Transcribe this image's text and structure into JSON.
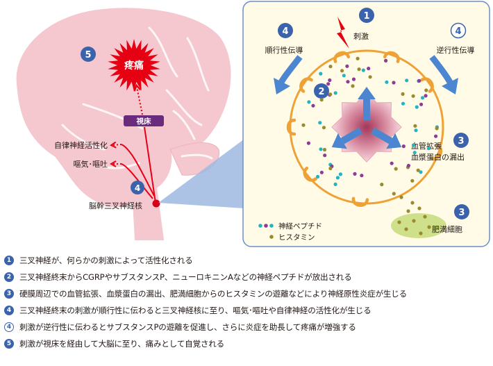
{
  "brain": {
    "pain_label": "疼痛",
    "pain_number": "5",
    "thalamus_label": "視床",
    "autonomic_label": "自律神経活性化",
    "nausea_label": "嘔気･嘔吐",
    "nucleus_label": "脳幹三叉神経核",
    "nucleus_number": "4"
  },
  "inset": {
    "stimulus_number": "1",
    "stimulus_label": "刺激",
    "orthodromic_number": "4",
    "orthodromic_label": "順行性伝導",
    "antidromic_number": "4",
    "antidromic_label": "逆行性伝導",
    "release_number": "2",
    "vasodilation_number": "3",
    "vasodilation_line1": "血管拡張",
    "vasodilation_line2": "血漿蛋白の漏出",
    "mast_number": "3",
    "mast_label": "肥満細胞",
    "key_peptide": "神経ペプチド",
    "key_histamine": "ヒスタミン"
  },
  "colors": {
    "badge_blue": "#3a63ac",
    "brain_pink": "#f5c7cf",
    "pain_red": "#e60012",
    "nerve_orange": "#eea236",
    "inset_bg": "#fffbe6",
    "inset_border": "#6b8fc9",
    "arrow_blue": "#4d86d0",
    "thalamus_purple": "#6b2b7d",
    "mast_green": "#cfe08a",
    "peptide_teal": "#23b3c3",
    "peptide_purple": "#8e3b96",
    "histamine_olive": "#9a8a2e"
  },
  "legend": [
    {
      "num": "1",
      "style": "solid",
      "text": "三叉神経が、何らかの刺激によって活性化される"
    },
    {
      "num": "2",
      "style": "solid",
      "text": "三叉神経終末からCGRPやサブスタンスP、ニューロキニンAなどの神経ペプチドが放出される"
    },
    {
      "num": "3",
      "style": "solid",
      "text": "硬膜周辺での血管拡張、血漿蛋白の漏出、肥満細胞からのヒスタミンの遊離などにより神経原性炎症が生じる"
    },
    {
      "num": "4",
      "style": "solid",
      "text": "三叉神経終末の刺激が順行性に伝わると三叉神経核に至り、嘔気･嘔吐や自律神経の活性化が生じる"
    },
    {
      "num": "4",
      "style": "outline",
      "text": "刺激が逆行性に伝わるとサブスタンスPの遊離を促進し、さらに炎症を助長して疼痛が増強する"
    },
    {
      "num": "5",
      "style": "solid",
      "text": "刺激が視床を経由して大脳に至り、痛みとして自覚される"
    }
  ]
}
